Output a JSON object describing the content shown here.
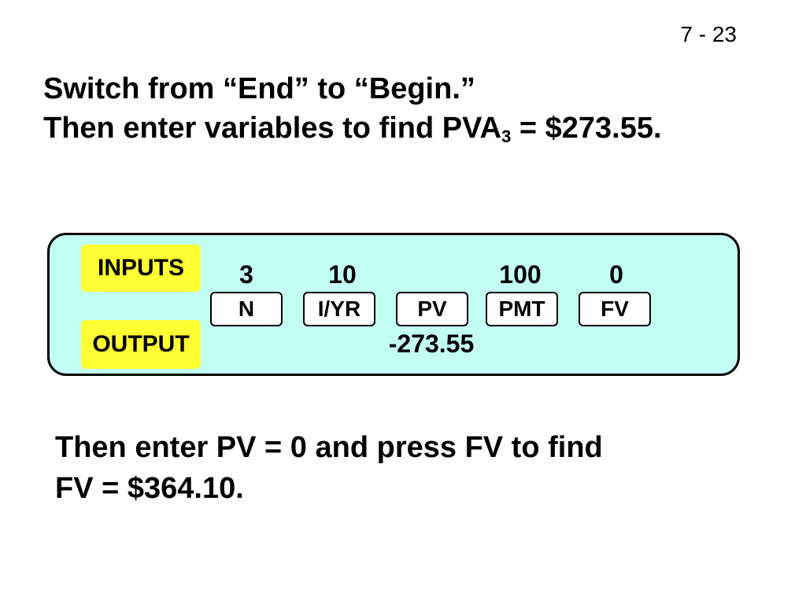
{
  "slide_number": "7 - 23",
  "title": {
    "line1": "Switch from “End” to “Begin.”",
    "line2_prefix": "Then enter variables to find PVA",
    "line2_subscript": "3",
    "line2_suffix": " = $273.55."
  },
  "calculator": {
    "inputs_label": "INPUTS",
    "output_label": "OUTPUT",
    "inputs": {
      "n": "3",
      "iyr": "10",
      "pmt": "100",
      "fv": "0"
    },
    "keys": {
      "n": "N",
      "iyr": "I/YR",
      "pv": "PV",
      "pmt": "PMT",
      "fv": "FV"
    },
    "outputs": {
      "pv": "-273.55"
    },
    "colors": {
      "panel_background": "#c2fff2",
      "label_background": "#ffff33",
      "key_background": "#ffffff"
    }
  },
  "footer": {
    "line1": "Then enter PV = 0 and press FV to find",
    "line2": "FV = $364.10."
  }
}
